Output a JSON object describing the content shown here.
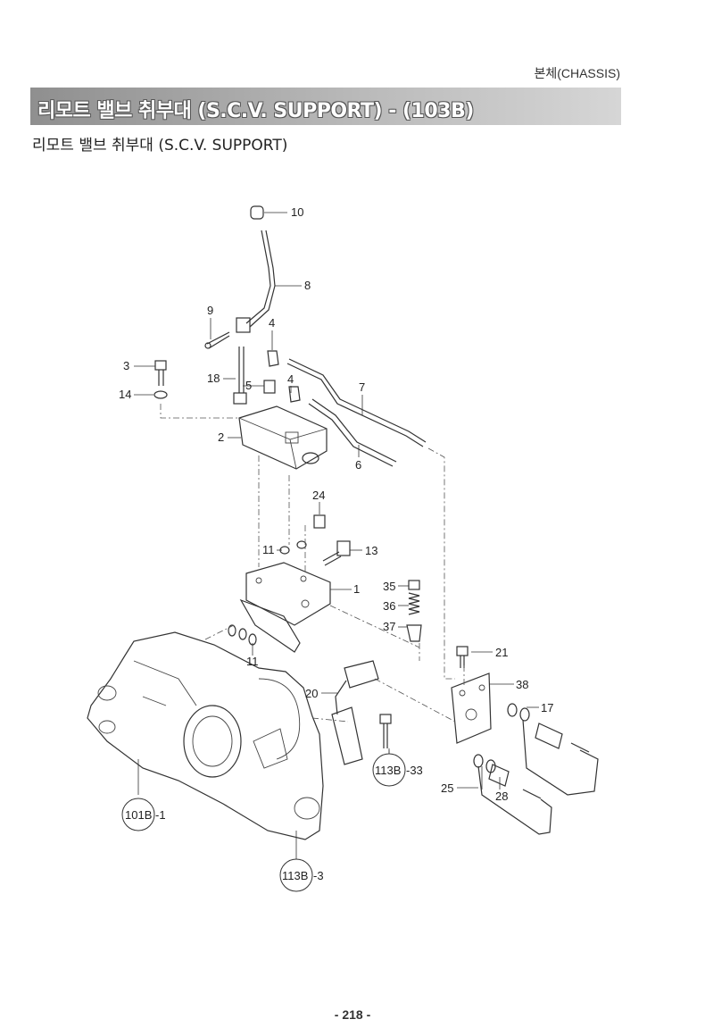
{
  "header": {
    "section_label": "본체(CHASSIS)",
    "title": "리모트 밸브 취부대 (S.C.V. SUPPORT) - (103B)",
    "subtitle": "리모트 밸브 취부대 (S.C.V. SUPPORT)"
  },
  "callouts": {
    "c10": "10",
    "c8": "8",
    "c9": "9",
    "c4a": "4",
    "c3": "3",
    "c18": "18",
    "c5": "5",
    "c4b": "4",
    "c7": "7",
    "c14": "14",
    "c2": "2",
    "c6": "6",
    "c24": "24",
    "c11a": "11",
    "c13": "13",
    "c1": "1",
    "c35": "35",
    "c36": "36",
    "c37": "37",
    "c11b": "11",
    "c21": "21",
    "c20": "20",
    "c38": "38",
    "c17": "17",
    "c25": "25",
    "c28": "28"
  },
  "references": {
    "r101": "101B",
    "r101_suffix": "-1",
    "r113a": "113B",
    "r113a_suffix": "-33",
    "r113b": "113B",
    "r113b_suffix": "-3"
  },
  "footer": {
    "page_number": "- 218 -"
  }
}
